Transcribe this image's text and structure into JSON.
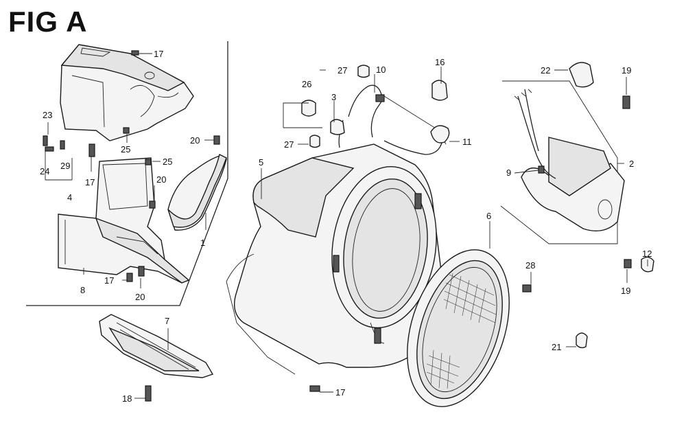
{
  "figure": {
    "title": "FIG A"
  },
  "callouts": [
    {
      "id": "c17a",
      "text": "17"
    },
    {
      "id": "c23",
      "text": "23"
    },
    {
      "id": "c25a",
      "text": "25"
    },
    {
      "id": "c24",
      "text": "24"
    },
    {
      "id": "c29",
      "text": "29"
    },
    {
      "id": "c17b",
      "text": "17"
    },
    {
      "id": "c4",
      "text": "4"
    },
    {
      "id": "c25b",
      "text": "25"
    },
    {
      "id": "c20a",
      "text": "20"
    },
    {
      "id": "c20b",
      "text": "20"
    },
    {
      "id": "c1",
      "text": "1"
    },
    {
      "id": "c8",
      "text": "8"
    },
    {
      "id": "c17c",
      "text": "17"
    },
    {
      "id": "c20c",
      "text": "20"
    },
    {
      "id": "c7",
      "text": "7"
    },
    {
      "id": "c18",
      "text": "18"
    },
    {
      "id": "c26",
      "text": "26"
    },
    {
      "id": "c27a",
      "text": "27"
    },
    {
      "id": "c10",
      "text": "10"
    },
    {
      "id": "c3",
      "text": "3"
    },
    {
      "id": "c27b",
      "text": "27"
    },
    {
      "id": "c5",
      "text": "5"
    },
    {
      "id": "c16",
      "text": "16"
    },
    {
      "id": "c11",
      "text": "11"
    },
    {
      "id": "c6",
      "text": "6"
    },
    {
      "id": "c17d",
      "text": "17"
    },
    {
      "id": "c22",
      "text": "22"
    },
    {
      "id": "c19a",
      "text": "19"
    },
    {
      "id": "c2",
      "text": "2"
    },
    {
      "id": "c9",
      "text": "9"
    },
    {
      "id": "c12",
      "text": "12"
    },
    {
      "id": "c28",
      "text": "28"
    },
    {
      "id": "c19b",
      "text": "19"
    },
    {
      "id": "c21",
      "text": "21"
    }
  ]
}
